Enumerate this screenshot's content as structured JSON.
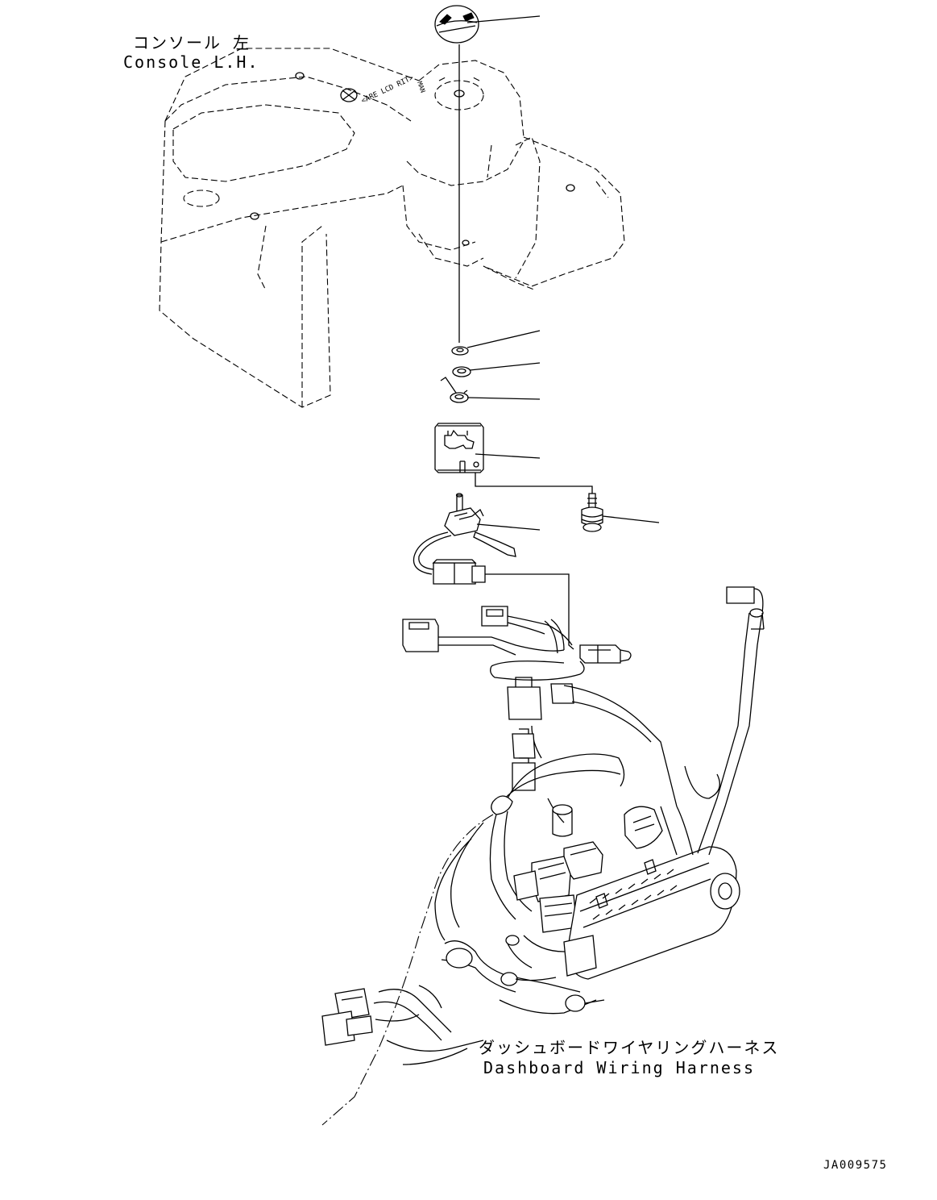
{
  "console": {
    "label_ja": "コンソール 左",
    "label_en": "Console L.H."
  },
  "harness": {
    "label_ja": "ダッシュボードワイヤリングハーネス",
    "label_en": "Dashboard Wiring Harness"
  },
  "drawing_code": "JA009575"
}
